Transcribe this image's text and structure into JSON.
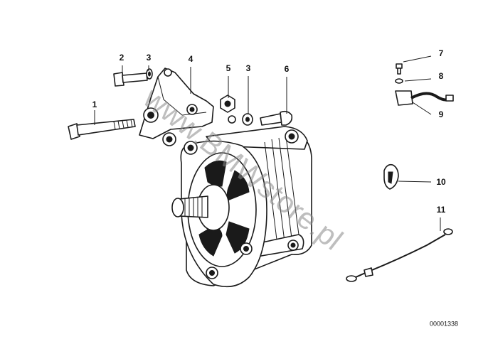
{
  "diagram": {
    "callouts": [
      {
        "id": "1",
        "label": "1"
      },
      {
        "id": "2",
        "label": "2"
      },
      {
        "id": "3a",
        "label": "3"
      },
      {
        "id": "4",
        "label": "4"
      },
      {
        "id": "5",
        "label": "5"
      },
      {
        "id": "3b",
        "label": "3"
      },
      {
        "id": "6",
        "label": "6"
      },
      {
        "id": "7",
        "label": "7"
      },
      {
        "id": "8",
        "label": "8"
      },
      {
        "id": "9",
        "label": "9"
      },
      {
        "id": "10",
        "label": "10"
      },
      {
        "id": "11",
        "label": "11"
      }
    ],
    "document_id": "00001338",
    "watermark": "www.BMWstore.pl"
  }
}
